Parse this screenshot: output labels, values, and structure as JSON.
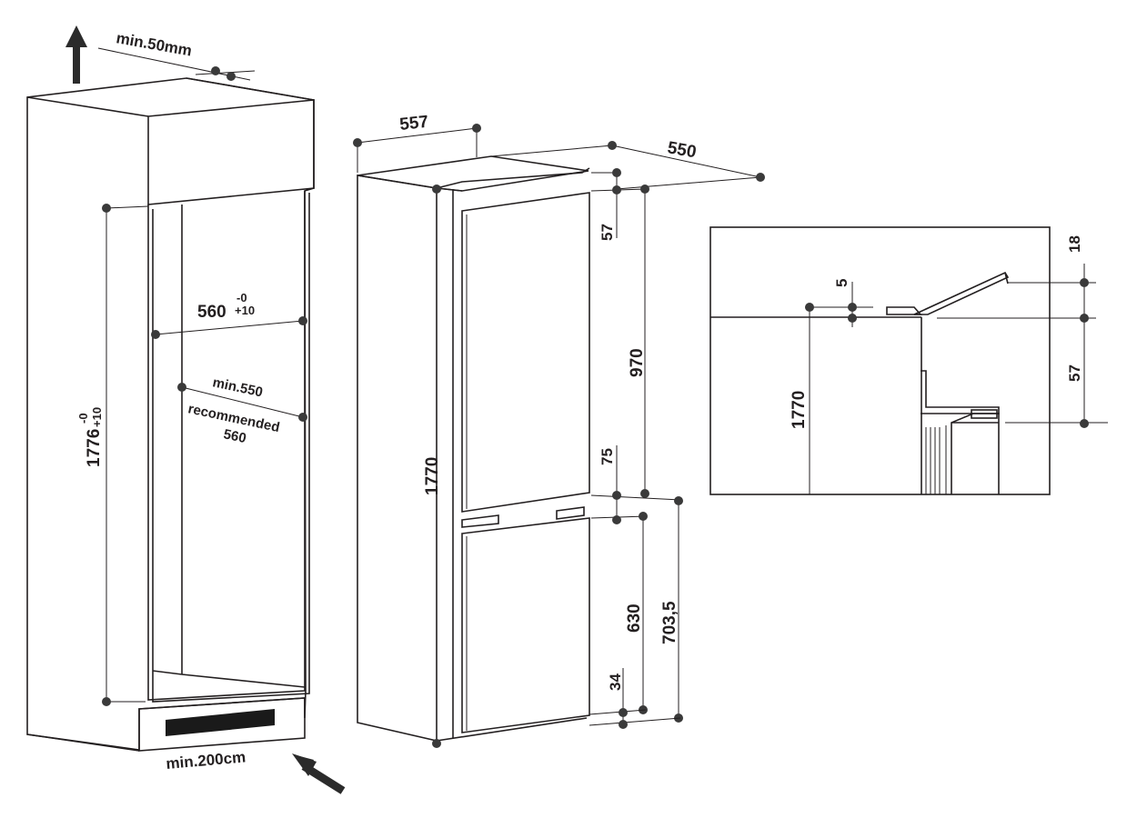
{
  "niche": {
    "top_clearance": "min.50mm",
    "height": "1776",
    "height_tol_top": "-0",
    "height_tol_bottom": "+10",
    "width": "560",
    "width_tol_top": "-0",
    "width_tol_bottom": "+10",
    "depth_min": "min.550",
    "depth_recommended": "recommended",
    "depth_recommended_value": "560",
    "bottom_vent": "min.200cm"
  },
  "appliance": {
    "width": "557",
    "depth": "550",
    "height": "1770",
    "top_gap": "57",
    "upper_door": "970",
    "door_gap": "75",
    "lower_door": "630",
    "lower_total": "703,5",
    "bottom_gap": "34"
  },
  "detail": {
    "top_offset": "18",
    "step": "5",
    "height": "1770",
    "gap": "57"
  }
}
